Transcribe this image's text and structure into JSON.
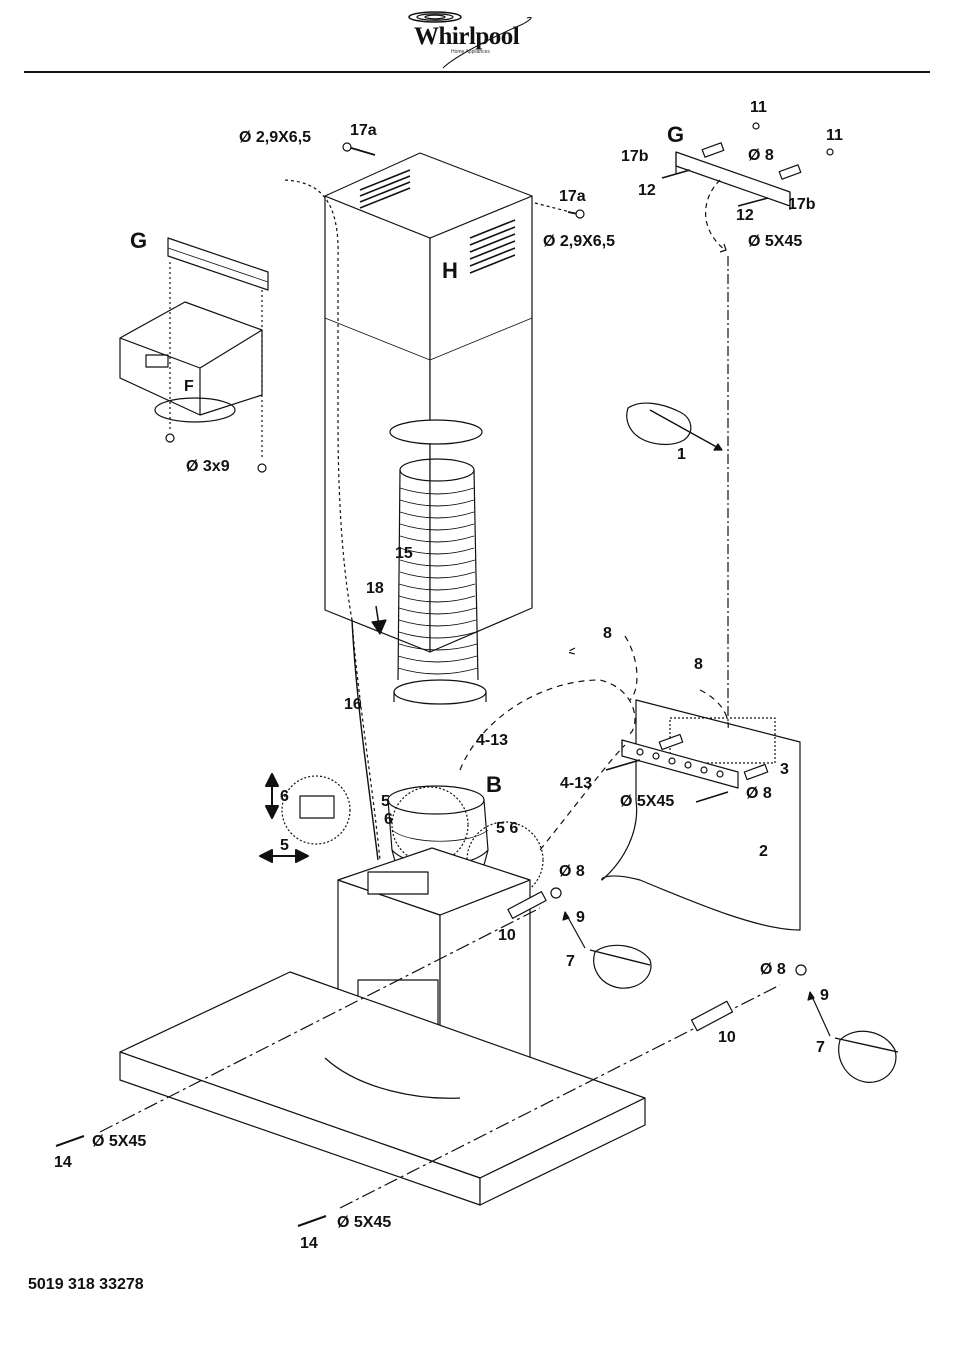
{
  "brand": {
    "name": "Whirlpool",
    "tagline": "Home Appliances"
  },
  "document_code": "5019 318 33278",
  "labels": {
    "d29x65_top": "Ø 2,9X6,5",
    "n17a_top": "17a",
    "n17a_right": "17a",
    "d29x65_right": "Ø 2,9X6,5",
    "H": "H",
    "G_left": "G",
    "F": "F",
    "d3x9": "Ø 3x9",
    "G_right": "G",
    "n11_a": "11",
    "n11_b": "11",
    "n17b_left": "17b",
    "d8_top": "Ø 8",
    "n12_left": "12",
    "n12_right": "12",
    "n17b_right": "17b",
    "d5x45_top": "Ø 5X45",
    "n1": "1",
    "n15": "15",
    "n18": "18",
    "n16": "16",
    "n8_a": "8",
    "n8_b": "8",
    "n413_a": "4-13",
    "n413_b": "4-13",
    "B": "B",
    "n3": "3",
    "d8_mid": "Ø 8",
    "d5x45_mid": "Ø 5X45",
    "n2": "2",
    "n6_a": "6",
    "n5_a": "5",
    "n5_b": "5",
    "n6_b": "6",
    "n56": "5 6",
    "d8_lower": "Ø 8",
    "n9_a": "9",
    "n10_a": "10",
    "n7_a": "7",
    "d8_right": "Ø 8",
    "n9_b": "9",
    "n10_b": "10",
    "n7_b": "7",
    "d5x45_left": "Ø 5X45",
    "n14_left": "14",
    "d5x45_bottom": "Ø 5X45",
    "n14_bottom": "14"
  }
}
